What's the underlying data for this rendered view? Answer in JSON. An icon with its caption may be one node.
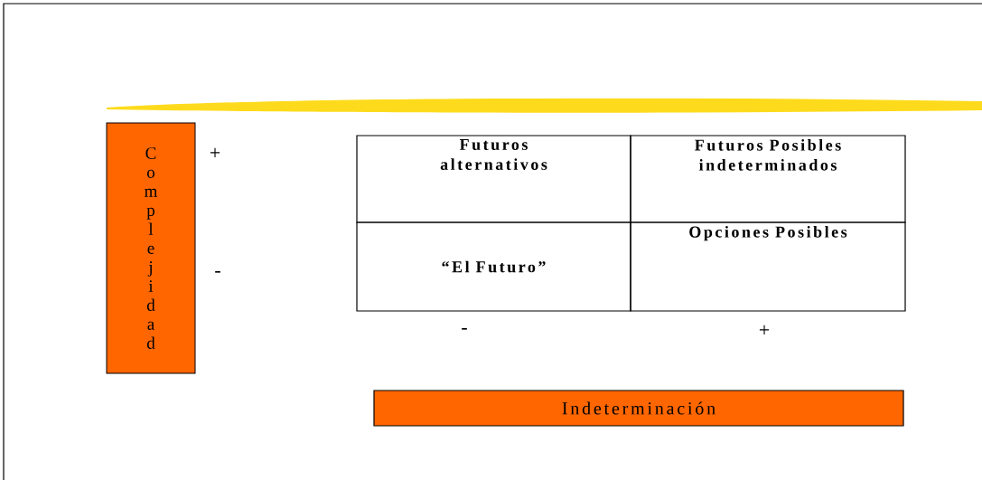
{
  "diagram": {
    "nodes": [
      {
        "text": [
          "Complejidad"
        ]
      },
      {
        "text": [
          "Futuros alternativos"
        ]
      },
      {
        "text": [
          "Futuros Posibles indeterminados"
        ]
      },
      {
        "text": [
          "“El Futuro”"
        ]
      },
      {
        "text": [
          "Opciones Posibles"
        ]
      },
      {
        "text": [
          "Indeterminación"
        ]
      }
    ],
    "labels": [
      "+",
      "-",
      "-",
      "+"
    ]
  }
}
